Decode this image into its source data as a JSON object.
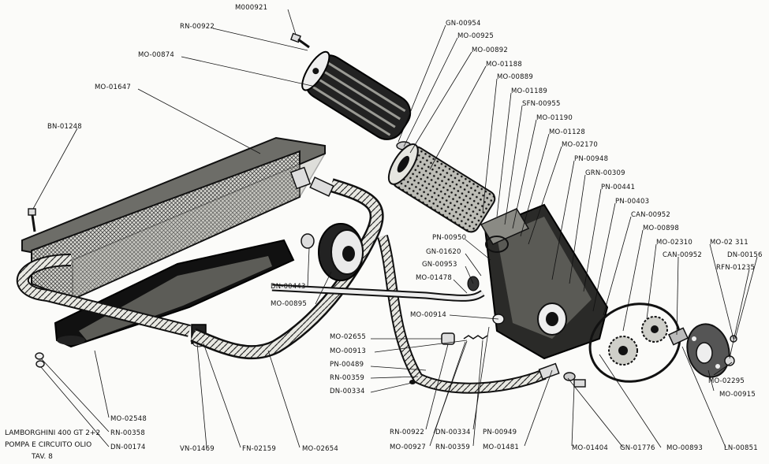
{
  "title": {
    "line1": "LAMBORGHINI 400 GT 2+2",
    "line2": "POMPA E CIRCUITO OLIO",
    "line3": "TAV. 8"
  },
  "labels": {
    "m000921": "M000921",
    "rn00922_top": "RN-00922",
    "gn00954": "GN-00954",
    "mo00925": "MO-00925",
    "mo00874": "MO-00874",
    "mo00892": "MO-00892",
    "mo01188": "MO-01188",
    "mo00889": "MO-00889",
    "mo01647": "MO-01647",
    "mo01189": "MO-01189",
    "sfn00955": "SFN-00955",
    "mo01190": "MO-01190",
    "bn01248": "BN-01248",
    "mo01128": "MO-01128",
    "mo02170": "MO-02170",
    "pn00948": "PN-00948",
    "grn00309": "GRN-00309",
    "pn00441": "PN-00441",
    "pn00403": "PN-00403",
    "can00952_a": "CAN-00952",
    "mo00898": "MO-00898",
    "pn00950": "PN-00950",
    "mo02310": "MO-02310",
    "mo02311": "MO-02 311",
    "gn01620": "GN-01620",
    "can00952_b": "CAN-00952",
    "dn00156": "DN-00156",
    "gn00953": "GN-00953",
    "rfn01235": "RFN-01235",
    "mo01478": "MO-01478",
    "dn00443": "DN-00443",
    "mo00895": "MO-00895",
    "mo00914": "MO-00914",
    "mo02655": "MO-02655",
    "mo00913": "MO-00913",
    "pn00489": "PN-00489",
    "rn00359_left": "RN-00359",
    "dn00334_left": "DN-00334",
    "mo02295": "MO-02295",
    "mo00915": "MO-00915",
    "mo02548": "MO-02548",
    "rn00358": "RN-00358",
    "dn00174": "DN-00174",
    "rn00922_bottom": "RN-00922",
    "dn00334_bottom": "DN-00334",
    "pn00949": "PN-00949",
    "mo00927": "MO-00927",
    "rn00359_bottom": "RN-00359",
    "mo01481": "MO-01481",
    "mo01404": "MO-01404",
    "gn01776": "GN-01776",
    "mo00893": "MO-00893",
    "ln00851": "LN-00851",
    "vn01469": "VN-01469",
    "fn02159": "FN-02159",
    "mo02654": "MO-02654"
  }
}
